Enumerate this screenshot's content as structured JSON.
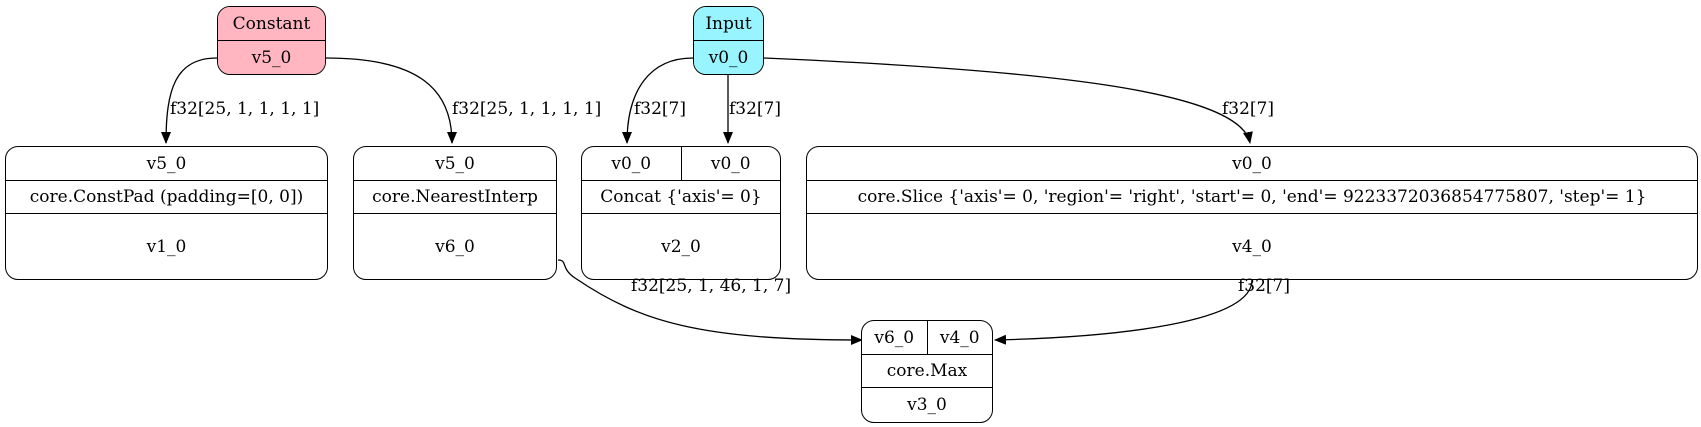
{
  "colors": {
    "constant": "#ffb6c1",
    "input": "#98f5ff",
    "edge": "#000000"
  },
  "nodes": {
    "constant": {
      "title": "Constant",
      "out": "v5_0"
    },
    "input": {
      "title": "Input",
      "out": "v0_0"
    },
    "constpad": {
      "in": "v5_0",
      "op": "core.ConstPad (padding=[0, 0])",
      "out": "v1_0"
    },
    "interp": {
      "in": "v5_0",
      "op": "core.NearestInterp",
      "out": "v6_0"
    },
    "concat": {
      "in_a": "v0_0",
      "in_b": "v0_0",
      "op": "Concat {'axis'= 0}",
      "out": "v2_0"
    },
    "slice": {
      "in": "v0_0",
      "op": "core.Slice {'axis'= 0, 'region'= 'right', 'start'= 0, 'end'= 9223372036854775807, 'step'= 1}",
      "out": "v4_0"
    },
    "max": {
      "in_a": "v6_0",
      "in_b": "v4_0",
      "op": "core.Max",
      "out": "v3_0"
    }
  },
  "edges": {
    "const_to_pad": "f32[25, 1, 1, 1, 1]",
    "const_to_interp": "f32[25, 1, 1, 1, 1]",
    "input_to_concat_a": "f32[7]",
    "input_to_concat_b": "f32[7]",
    "input_to_slice": "f32[7]",
    "interp_to_max": "f32[25, 1, 46, 1, 7]",
    "slice_to_max": "f32[7]"
  }
}
